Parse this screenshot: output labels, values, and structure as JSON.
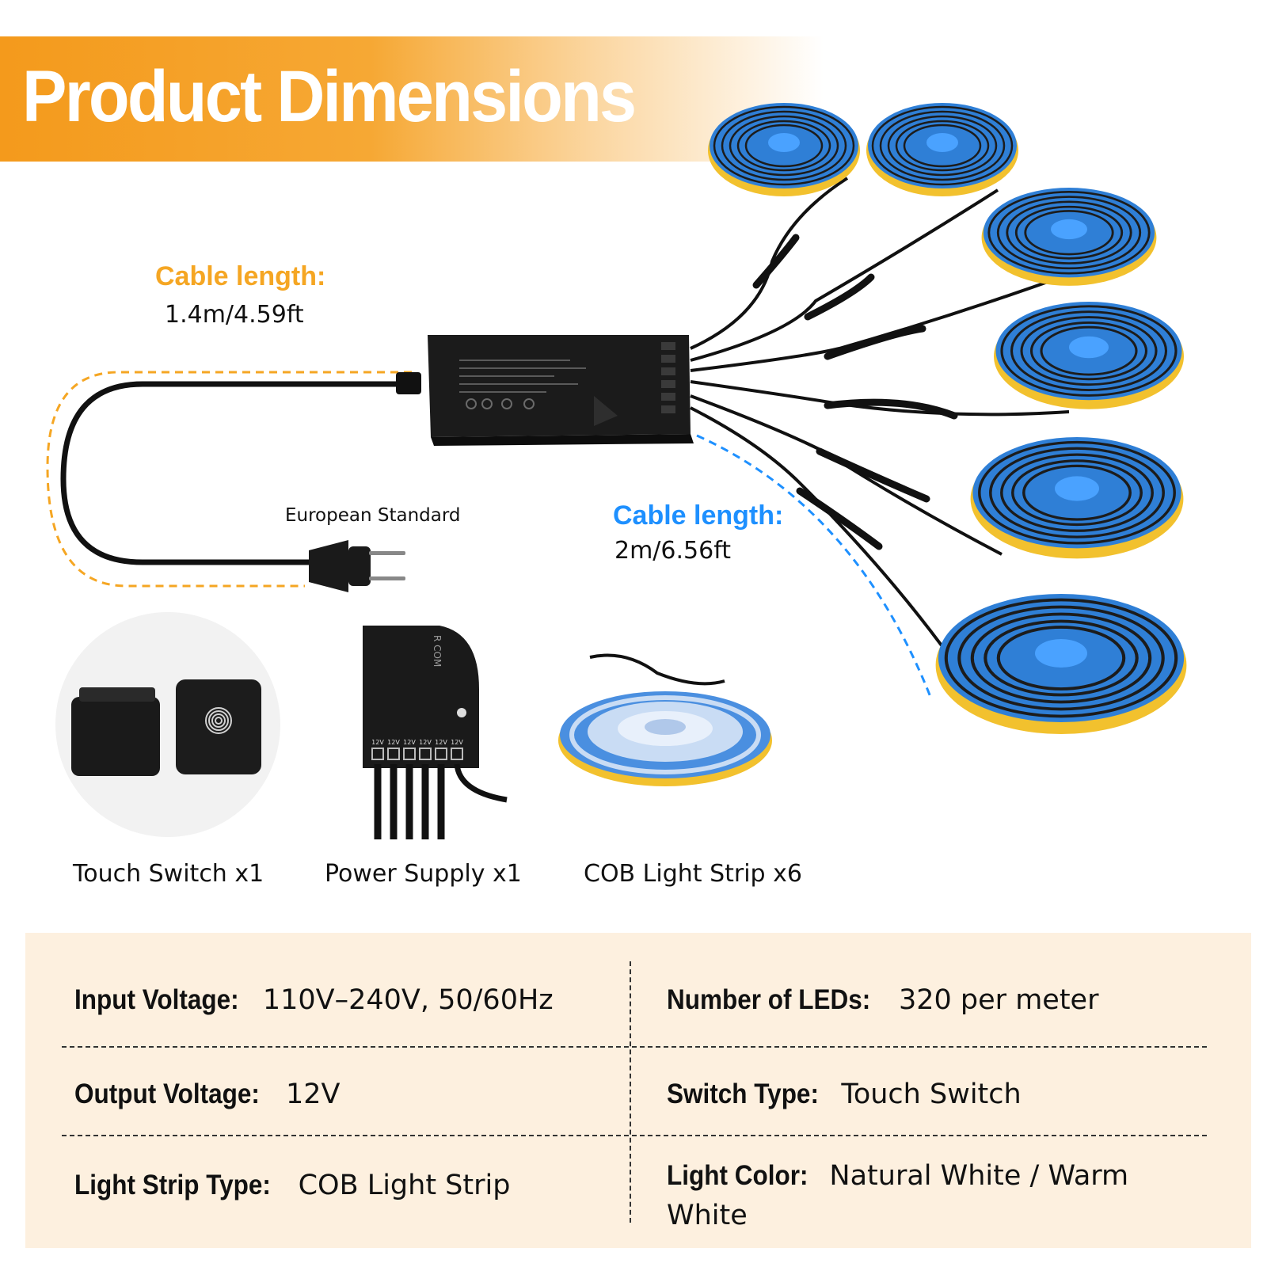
{
  "header": {
    "title": "Product Dimensions"
  },
  "cable_power": {
    "label": "Cable length:",
    "value": "1.4m/4.59ft"
  },
  "cable_strip": {
    "label": "Cable length:",
    "value": "2m/6.56ft"
  },
  "plug_standard": "European Standard",
  "components": [
    {
      "caption": "Touch Switch x1",
      "icon": "fingerprint-icon"
    },
    {
      "caption": "Power Supply x1",
      "icon": "power-supply-icon"
    },
    {
      "caption": "COB Light Strip x6",
      "icon": "light-strip-icon"
    }
  ],
  "power_supply_ports": [
    "12V",
    "12V",
    "12V",
    "12V",
    "12V",
    "12V"
  ],
  "power_supply_marking": "R COM",
  "specs": [
    {
      "key": "Input Voltage:",
      "value": "110V–240V, 50/60Hz"
    },
    {
      "key": "Number of LEDs:",
      "value": "320 per meter"
    },
    {
      "key": "Output Voltage:",
      "value": "12V"
    },
    {
      "key": "Switch Type:",
      "value": "Touch Switch"
    },
    {
      "key": "Light Strip Type:",
      "value": "COB Light Strip"
    },
    {
      "key": "Light Color:",
      "value": "Natural White / Warm White"
    }
  ],
  "colors": {
    "banner": "#f49a1c",
    "accent_orange": "#f5a623",
    "accent_blue": "#1e90ff",
    "strip_blue": "#2f7fd6",
    "strip_yellow": "#f2c12e",
    "panel": "#fdf0df"
  }
}
